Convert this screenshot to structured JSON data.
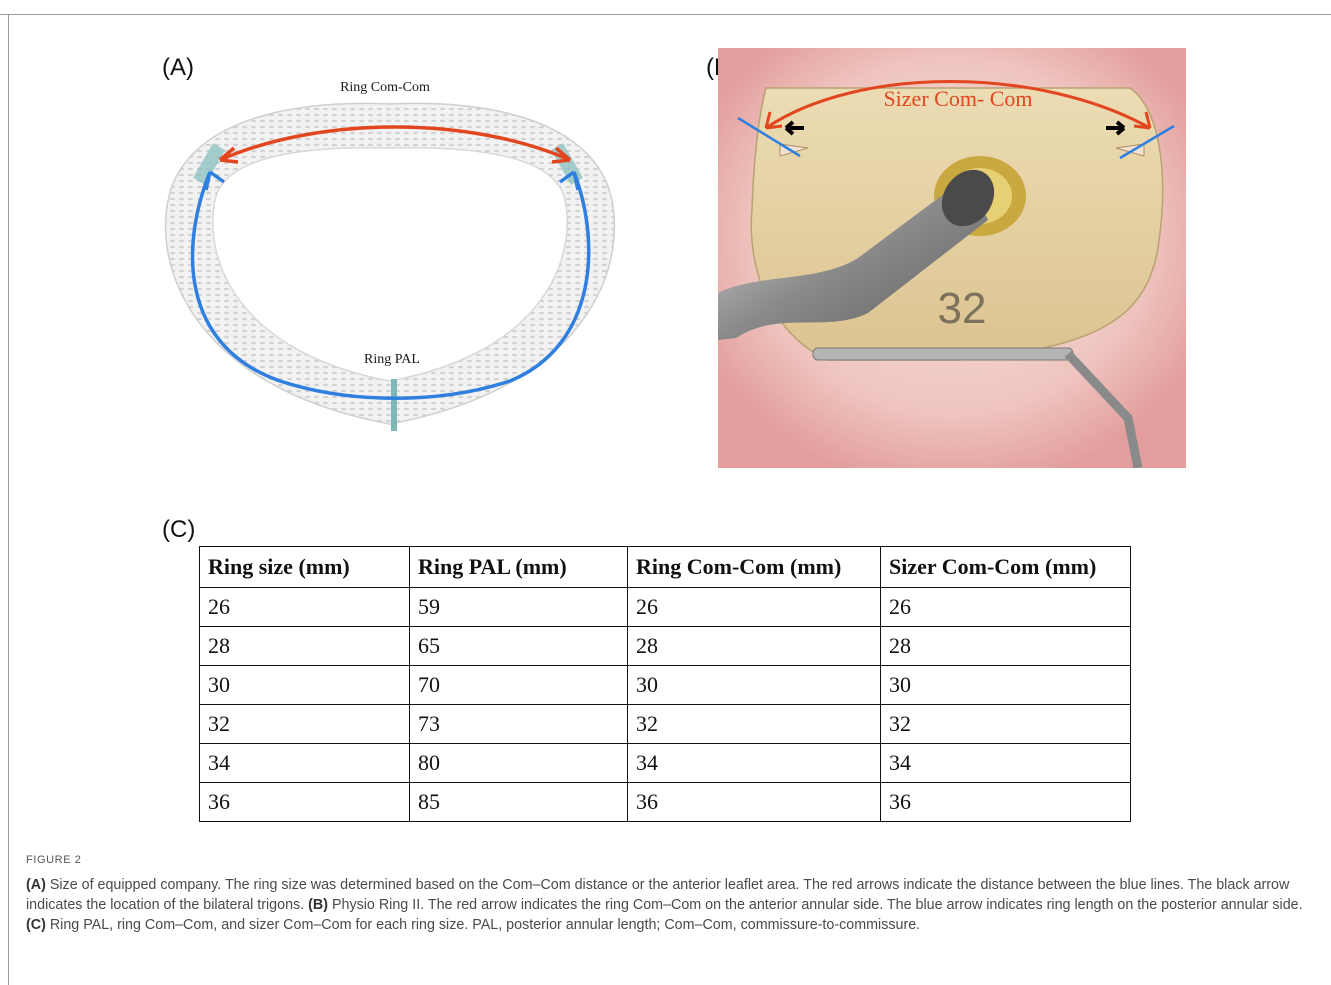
{
  "panels": {
    "a": {
      "label": "(A)",
      "top_annotation": "Ring Com-Com",
      "bottom_annotation": "Ring PAL"
    },
    "b": {
      "label": "(B)",
      "title": "Sizer Com- Com",
      "sizer_number": "32"
    },
    "c": {
      "label": "(C)"
    }
  },
  "table": {
    "headers": [
      "Ring size (mm)",
      "Ring PAL (mm)",
      "Ring Com-Com (mm)",
      "Sizer Com-Com (mm)"
    ],
    "rows": [
      [
        "26",
        "59",
        "26",
        "26"
      ],
      [
        "28",
        "65",
        "28",
        "28"
      ],
      [
        "30",
        "70",
        "30",
        "30"
      ],
      [
        "32",
        "73",
        "32",
        "32"
      ],
      [
        "34",
        "80",
        "34",
        "34"
      ],
      [
        "36",
        "85",
        "36",
        "36"
      ]
    ]
  },
  "caption": {
    "figure_label": "FIGURE 2",
    "a_tag": "(A)",
    "a_text": " Size of equipped company. The ring size was determined based on the Com–Com distance or the anterior leaflet area. The red arrows indicate the distance between the blue lines. The black arrow indicates the location of the bilateral trigons. ",
    "b_tag": "(B)",
    "b_text": " Physio Ring II. The red arrow indicates the ring Com–Com on the anterior annular side. The blue arrow indicates ring length on the posterior annular side. ",
    "c_tag": "(C)",
    "c_text": " Ring PAL, ring Com–Com, and sizer Com–Com for each ring size. PAL, posterior annular length; Com–Com, commissure-to-commissure."
  },
  "colors": {
    "red_arrow": "#e2461f",
    "blue_line": "#2f7fe0",
    "ring_fabric": "#f1f1f1",
    "sizer_body": "#e6d3a7",
    "tissue": "#eab5b3"
  }
}
